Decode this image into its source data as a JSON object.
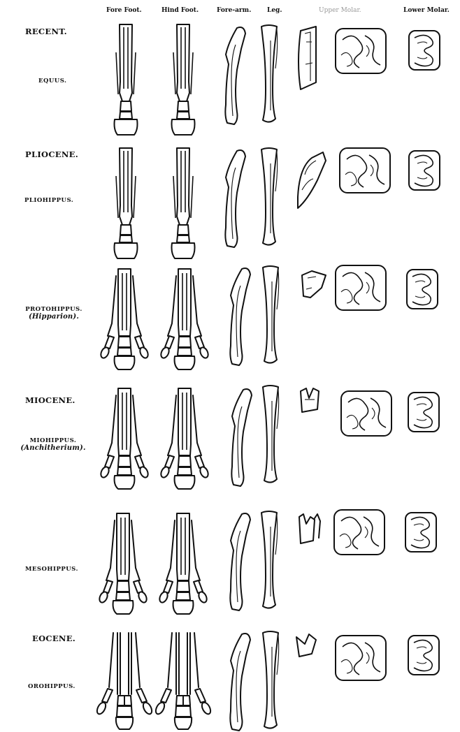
{
  "columns": {
    "fore_foot": "Fore Foot.",
    "hind_foot": "Hind Foot.",
    "fore_arm": "Fore-arm.",
    "leg": "Leg.",
    "upper_molar": "Upper Molar.",
    "lower_molar": "Lower Molar."
  },
  "rows": [
    {
      "epoch": "RECENT.",
      "genus": "EQUUS.",
      "genus_alt": ""
    },
    {
      "epoch": "PLIOCENE.",
      "genus": "PLIOHIPPUS.",
      "genus_alt": ""
    },
    {
      "epoch": "",
      "genus": "PROTOHIPPUS.",
      "genus_alt": "(Hipparion)."
    },
    {
      "epoch": "MIOCENE.",
      "genus": "MIOHIPPUS.",
      "genus_alt": "(Anchitherium)."
    },
    {
      "epoch": "",
      "genus": "MESOHIPPUS.",
      "genus_alt": ""
    },
    {
      "epoch": "EOCENE.",
      "genus": "OROHIPPUS.",
      "genus_alt": ""
    }
  ]
}
